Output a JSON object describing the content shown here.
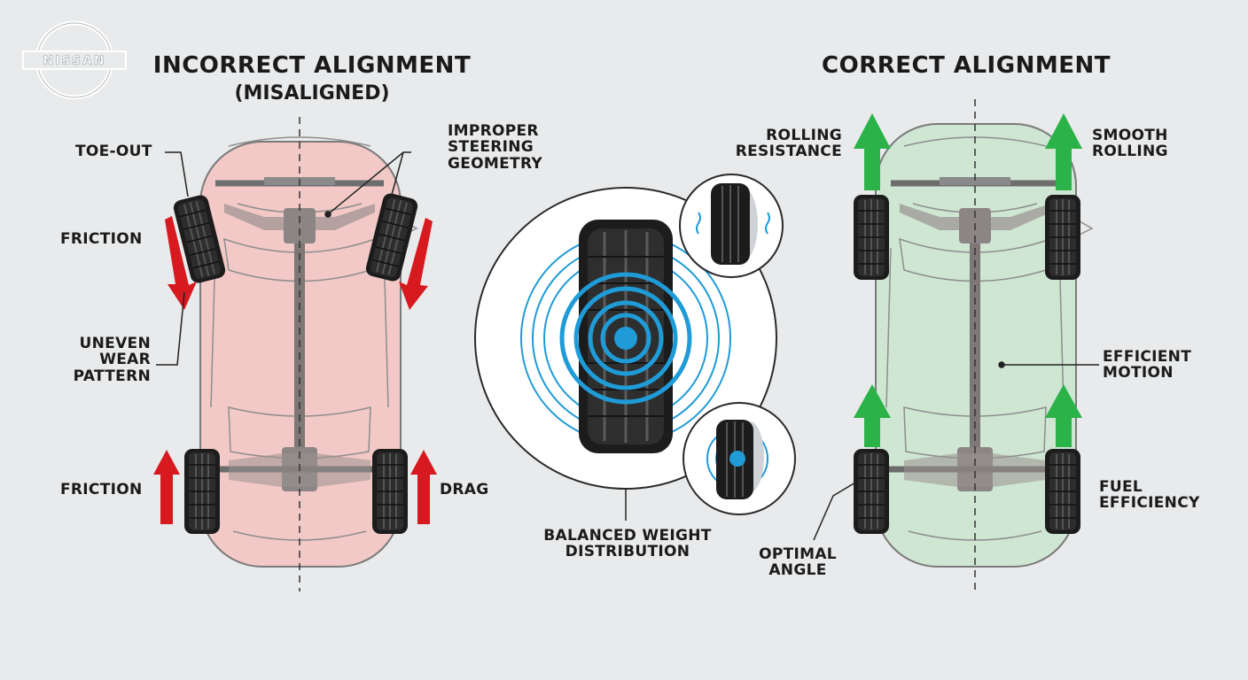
{
  "brand": {
    "logo_text": "NISSAN"
  },
  "left_panel": {
    "title_line1": "INCORRECT ALIGNMENT",
    "title_line2": "(MISALIGNED)",
    "labels": {
      "toe_out": "TOE-OUT",
      "friction_front": "FRICTION",
      "uneven_1": "UNEVEN",
      "uneven_2": "WEAR",
      "uneven_3": "PATTERN",
      "friction_rear": "FRICTION",
      "drag": "DRAG",
      "steering_1": "IMPROPER",
      "steering_2": "STEERING",
      "steering_3": "GEOMETRY"
    }
  },
  "center_panel": {
    "label_line1": "BALANCED WEIGHT",
    "label_line2": "DISTRIBUTION"
  },
  "right_panel": {
    "title": "CORRECT ALIGNMENT",
    "labels": {
      "rolling_1": "ROLLING",
      "rolling_2": "RESISTANCE",
      "smooth_1": "SMOOTH",
      "smooth_2": "ROLLING",
      "efficient_1": "EFFICIENT",
      "efficient_2": "MOTION",
      "fuel_1": "FUEL",
      "fuel_2": "EFFICIENCY",
      "optimal_1": "OPTIMAL",
      "optimal_2": "ANGLE"
    }
  },
  "colors": {
    "misaligned_body": "#f2c9c6",
    "aligned_body": "#cfe6d3",
    "red_arrow": "#d71920",
    "green_arrow": "#2bb34a",
    "blue_ring": "#1f9bd7",
    "tire": "#1c1c1c"
  }
}
